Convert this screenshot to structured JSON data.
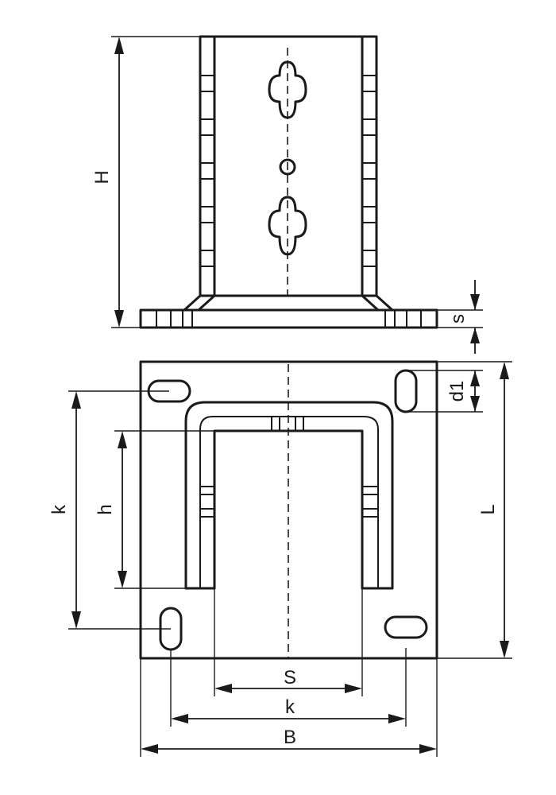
{
  "dimensions": {
    "height_label": "H",
    "thickness_label": "s",
    "hole_label": "d1",
    "length_label": "L",
    "outer_hole_spacing_label_left": "k",
    "post_depth_label": "h",
    "inner_width_label": "S",
    "hole_spacing_label_bottom": "k",
    "width_label": "B"
  },
  "colors": {
    "line": "#1a1a1a",
    "background": "#ffffff"
  }
}
